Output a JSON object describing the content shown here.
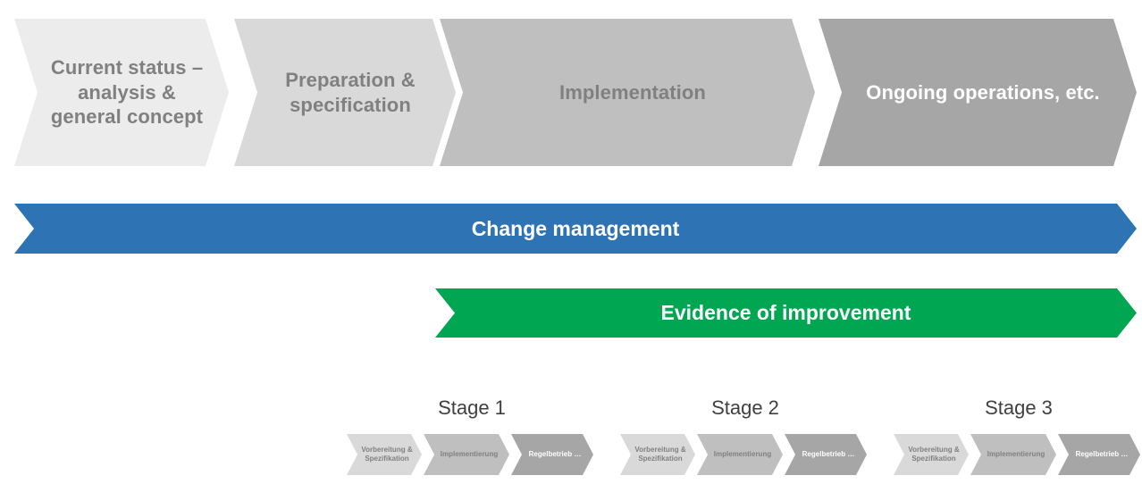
{
  "colors": {
    "phase_1_bg": "#ECECEC",
    "phase_2_bg": "#D9D9D9",
    "phase_3_bg": "#BFBFBF",
    "phase_4_bg": "#A6A6A6",
    "phase_text": "#808080",
    "phase_text_inverse": "#FFFFFF",
    "change_management_bg": "#2E74B5",
    "evidence_bg": "#00A652",
    "stage_title_text": "#404040"
  },
  "phases": [
    {
      "label": "Current status – analysis & general concept"
    },
    {
      "label": "Preparation & specification"
    },
    {
      "label": "Implementation"
    },
    {
      "label": "Ongoing operations, etc."
    }
  ],
  "ribbons": {
    "change_management": "Change management",
    "evidence": "Evidence of improvement"
  },
  "stages": [
    {
      "title": "Stage 1",
      "steps": [
        {
          "label": "Vorbereitung & Spezifikation"
        },
        {
          "label": "Implementierung"
        },
        {
          "label": "Regelbetrieb …"
        }
      ]
    },
    {
      "title": "Stage 2",
      "steps": [
        {
          "label": "Vorbereitung & Spezifikation"
        },
        {
          "label": "Implementierung"
        },
        {
          "label": "Regelbetrieb …"
        }
      ]
    },
    {
      "title": "Stage 3",
      "steps": [
        {
          "label": "Vorbereitung & Spezifikation"
        },
        {
          "label": "Implementierung"
        },
        {
          "label": "Regelbetrieb …"
        }
      ]
    }
  ]
}
